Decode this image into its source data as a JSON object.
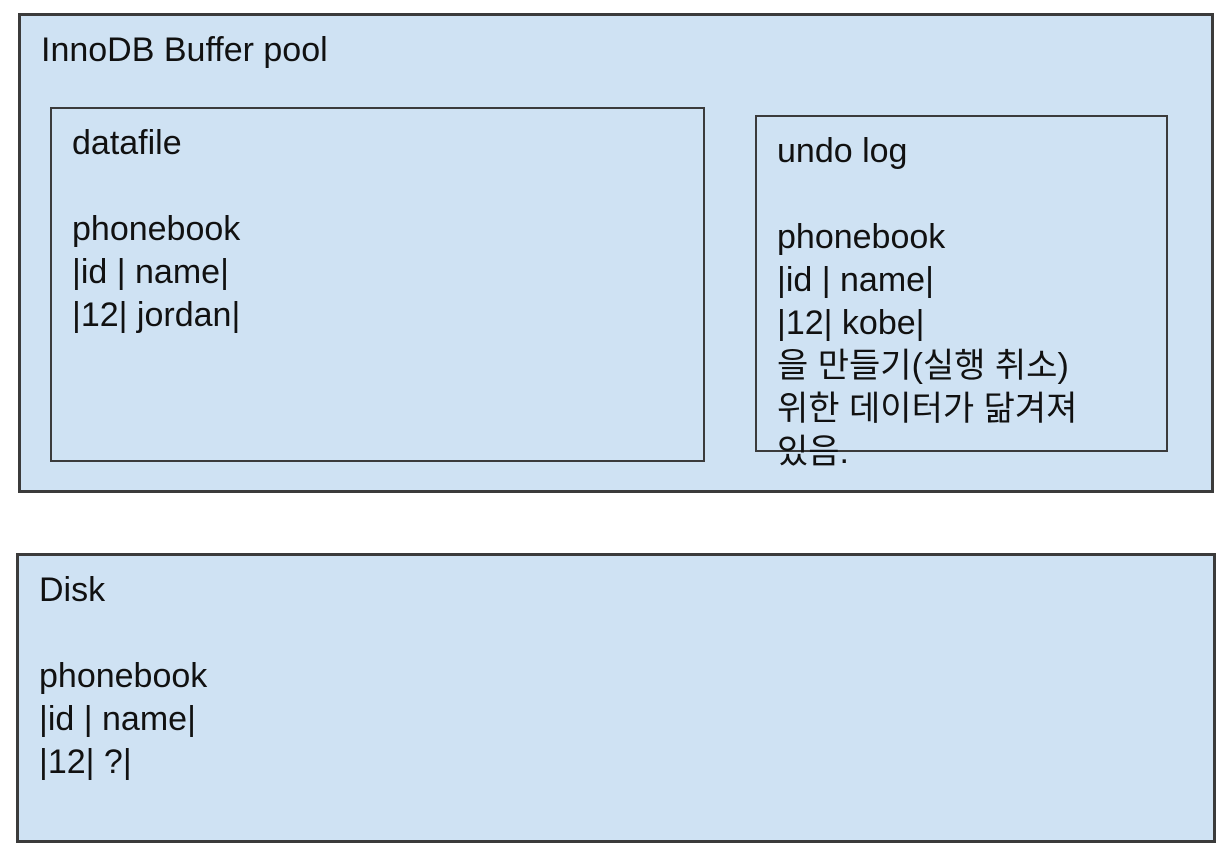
{
  "colors": {
    "box_fill": "#cfe2f3",
    "box_border": "#3b3b3b",
    "text": "#111111",
    "page_background": "#ffffff"
  },
  "buffer_pool": {
    "title": "InnoDB Buffer pool",
    "datafile": {
      "title": "datafile",
      "lines": [
        "phonebook",
        "|id | name|",
        "|12| jordan|"
      ]
    },
    "undo_log": {
      "title": "undo log",
      "lines": [
        "phonebook",
        "|id | name|",
        "|12| kobe|",
        "을 만들기(실행 취소)",
        "위한 데이터가 닮겨져",
        "있음."
      ]
    }
  },
  "disk": {
    "title": "Disk",
    "lines": [
      "phonebook",
      "|id | name|",
      "|12| ?|"
    ]
  }
}
